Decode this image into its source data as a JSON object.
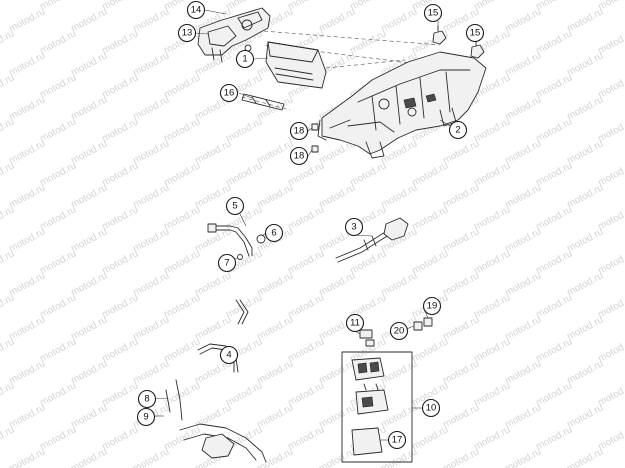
{
  "watermark": "motod.ru",
  "callouts": [
    {
      "id": "p14",
      "label": "14"
    },
    {
      "id": "p13",
      "label": "13"
    },
    {
      "id": "p1",
      "label": "1"
    },
    {
      "id": "p15a",
      "label": "15"
    },
    {
      "id": "p15b",
      "label": "15"
    },
    {
      "id": "p16",
      "label": "16"
    },
    {
      "id": "p2",
      "label": "2"
    },
    {
      "id": "p18a",
      "label": "18"
    },
    {
      "id": "p18b",
      "label": "18"
    },
    {
      "id": "p5",
      "label": "5"
    },
    {
      "id": "p6",
      "label": "6"
    },
    {
      "id": "p7",
      "label": "7"
    },
    {
      "id": "p3",
      "label": "3"
    },
    {
      "id": "p11",
      "label": "11"
    },
    {
      "id": "p19",
      "label": "19"
    },
    {
      "id": "p20",
      "label": "20"
    },
    {
      "id": "p4",
      "label": "4"
    },
    {
      "id": "p10",
      "label": "10"
    },
    {
      "id": "p8",
      "label": "8"
    },
    {
      "id": "p9",
      "label": "9"
    },
    {
      "id": "p17",
      "label": "17"
    }
  ]
}
